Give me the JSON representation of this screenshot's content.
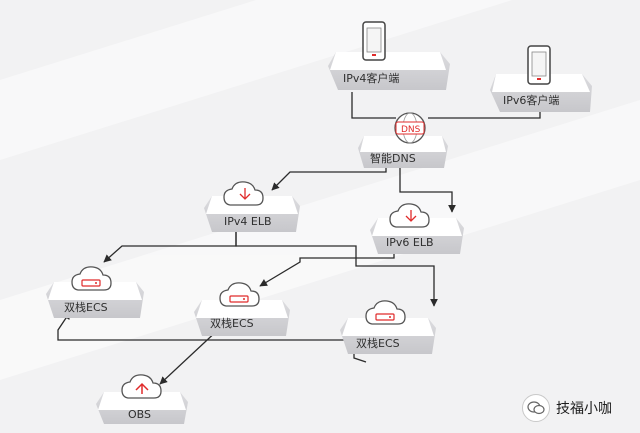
{
  "diagram": {
    "nodes": {
      "ipv4_client": "IPv4客户端",
      "ipv6_client": "IPv6客户端",
      "dns": "智能DNS",
      "dns_icon_text": "DNS",
      "ipv4_elb": "IPv4 ELB",
      "ipv6_elb": "IPv6 ELB",
      "ecs_left": "双栈ECS",
      "ecs_mid": "双栈ECS",
      "ecs_right": "双栈ECS",
      "obs": "OBS"
    }
  },
  "watermark": {
    "text": "技福小咖",
    "icon": "wechat-icon"
  },
  "colors": {
    "accent": "#e02b2b",
    "line": "#2b2b2b",
    "box_top": "#ffffff",
    "box_side": "#d3d3d6"
  }
}
